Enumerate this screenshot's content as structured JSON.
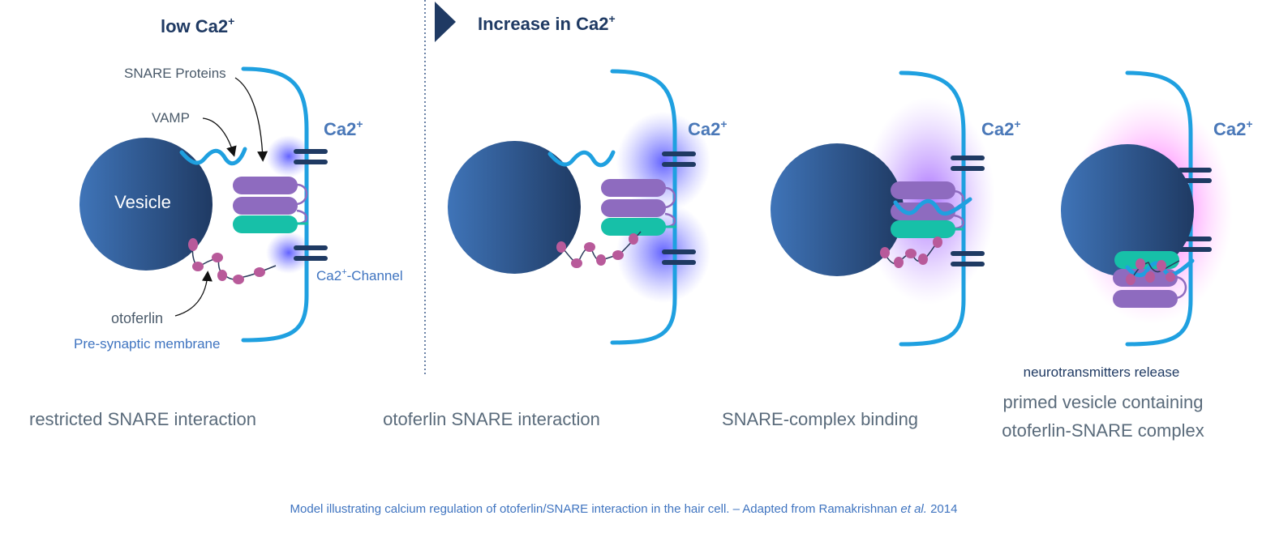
{
  "headers": {
    "left_main": "low Ca2",
    "left_sup": "+",
    "right_main": "Increase in Ca2",
    "right_sup": "+"
  },
  "ca_label": {
    "main": "Ca2",
    "sup": "+"
  },
  "labels": {
    "snare_proteins": "SNARE Proteins",
    "vamp": "VAMP",
    "vesicle": "Vesicle",
    "channel_main": "Ca2",
    "channel_sup": "+",
    "channel_rest": "-Channel",
    "otoferlin": "otoferlin",
    "membrane": "Pre-synaptic membrane",
    "release": "neurotransmitters release"
  },
  "captions": {
    "panel1": "restricted SNARE interaction",
    "panel2": "otoferlin SNARE interaction",
    "panel3": "SNARE-complex binding",
    "panel4_line1": "primed vesicle containing",
    "panel4_line2": "otoferlin-SNARE complex"
  },
  "footer": {
    "text_main": "Model illustrating calcium regulation of otoferlin/SNARE interaction in the hair cell. – Adapted from Ramakrishnan ",
    "text_italic": "et al.",
    "text_year": " 2014"
  },
  "colors": {
    "membrane": "#1fa0e0",
    "channel": "#1f3a63",
    "snare_purple": "#8e6bbf",
    "snare_teal": "#17c0a8",
    "otoferlin_bead": "#b85a9a",
    "glow_blue": "#6a6aff",
    "glow_violet": "#b06aff",
    "glow_magenta": "#ff3cff"
  }
}
